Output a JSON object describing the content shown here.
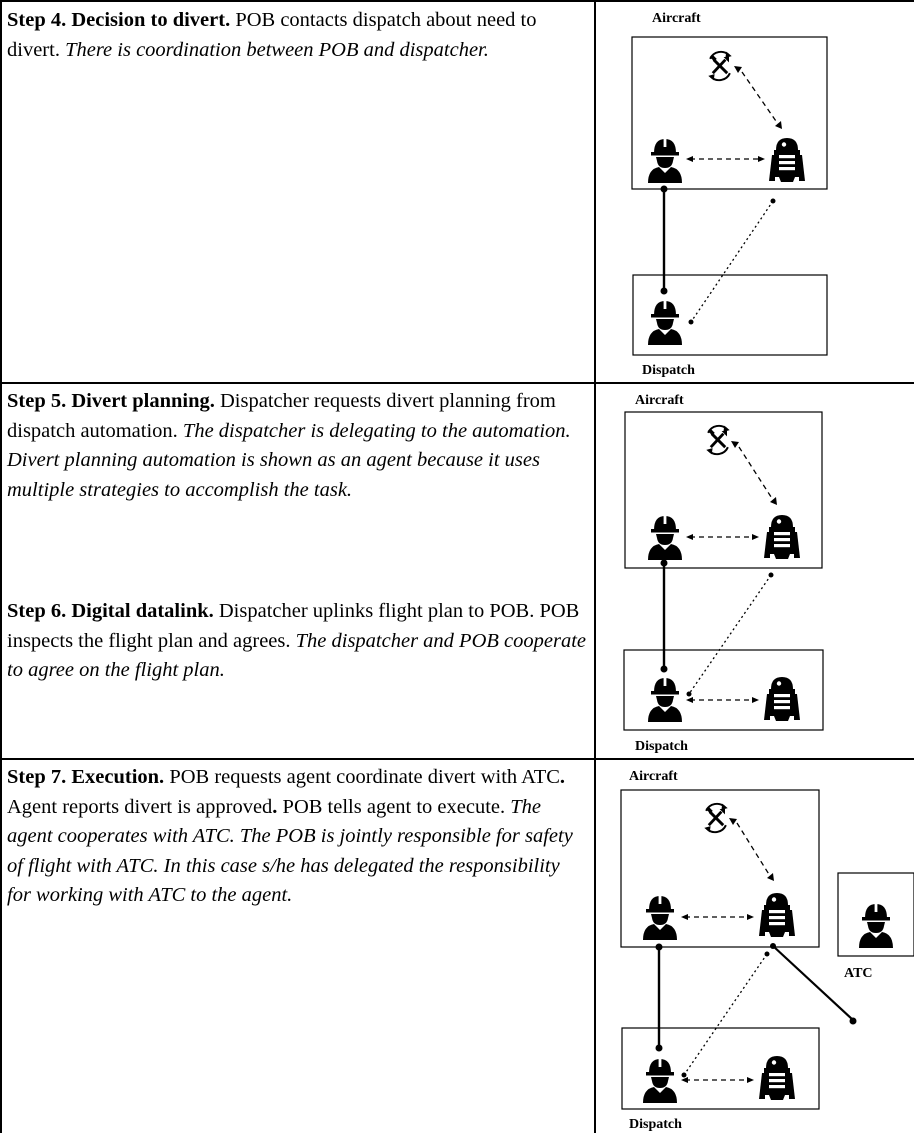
{
  "rows": [
    {
      "paragraphs": [
        {
          "heading": "Step 4. Decision to divert.",
          "plain": " POB contacts dispatch about need to divert. ",
          "italic": "There is coordination between POB and dispatcher."
        }
      ],
      "diagram": {
        "aircraft_label": "Aircraft",
        "dispatch_label": "Dispatch"
      }
    },
    {
      "paragraphs": [
        {
          "heading": "Step 5. Divert planning.",
          "plain": " Dispatcher requests divert planning from dispatch automation. ",
          "italic": "The dispatcher is delegating to the automation. Divert planning automation is shown as an agent because it uses multiple strategies to accomplish the task."
        },
        {
          "heading": "Step 6. Digital datalink.",
          "plain": " Dispatcher uplinks flight plan to POB. POB inspects the flight plan and agrees. ",
          "italic": "The dispatcher and POB cooperate to agree on the flight plan."
        }
      ],
      "diagram": {
        "aircraft_label": "Aircraft",
        "dispatch_label": "Dispatch"
      }
    },
    {
      "paragraphs": [
        {
          "heading": "Step 7. Execution.",
          "seg1": " POB requests agent coordinate divert with ATC",
          "dot1": ".",
          "seg2": " Agent reports divert is approved",
          "dot2": ".",
          "seg3": " POB tells agent to execute. ",
          "italic": "The agent cooperates with ATC. The POB is jointly responsible for safety of flight with ATC. In this case s/he has delegated the responsibility for working with ATC to the agent."
        }
      ],
      "diagram": {
        "aircraft_label": "Aircraft",
        "dispatch_label": "Dispatch",
        "atc_label": "ATC"
      }
    }
  ]
}
